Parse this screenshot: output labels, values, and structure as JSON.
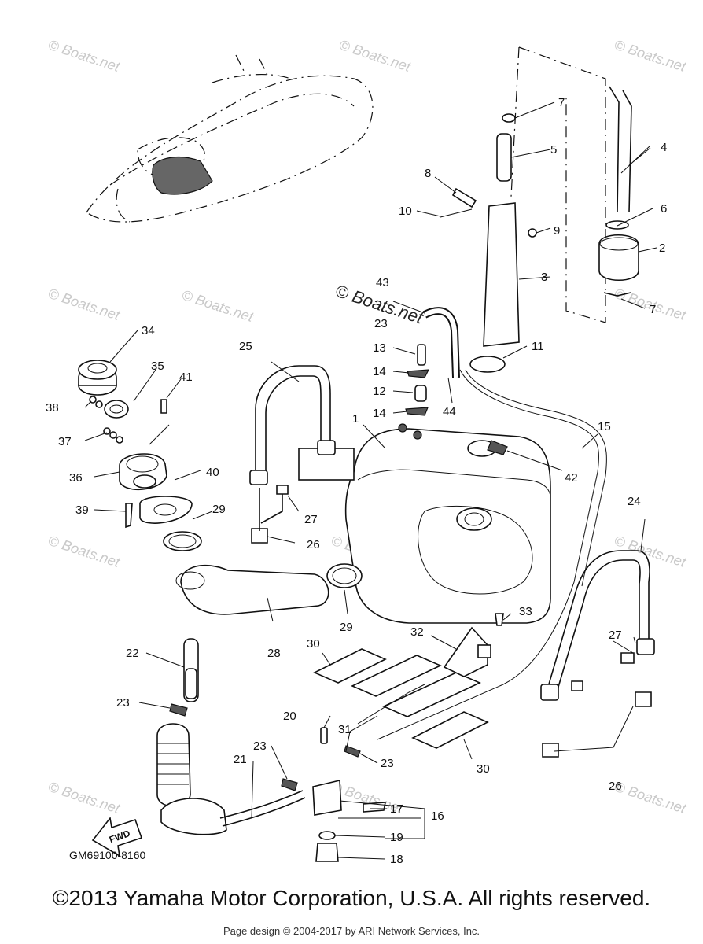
{
  "diagram": {
    "watermarks": [
      "© Boats.net",
      "© Boats.net",
      "© Boats.net",
      "© Boats.net",
      "© Boats.net",
      "© Boats.net",
      "© Boats.net",
      "© Boats.net",
      "© Boats.net",
      "© Boats.net",
      "© Boats.net",
      "© Boats.net"
    ],
    "center_watermark": "© Boats.net",
    "part_numbers": [
      "1",
      "2",
      "3",
      "4",
      "5",
      "6",
      "7",
      "7",
      "8",
      "9",
      "10",
      "11",
      "12",
      "13",
      "14",
      "14",
      "15",
      "16",
      "17",
      "18",
      "19",
      "20",
      "21",
      "22",
      "23",
      "23",
      "23",
      "23",
      "24",
      "25",
      "26",
      "26",
      "27",
      "27",
      "28",
      "29",
      "29",
      "30",
      "30",
      "31",
      "32",
      "33",
      "34",
      "35",
      "36",
      "37",
      "38",
      "39",
      "40",
      "41",
      "42",
      "43",
      "44"
    ],
    "fwd_label": "FWD",
    "diagram_code": "GM69100-8160"
  },
  "footer": {
    "copyright": "©2013 Yamaha Motor Corporation, U.S.A. All rights reserved.",
    "credit": "Page design © 2004-2017 by ARI Network Services, Inc."
  }
}
